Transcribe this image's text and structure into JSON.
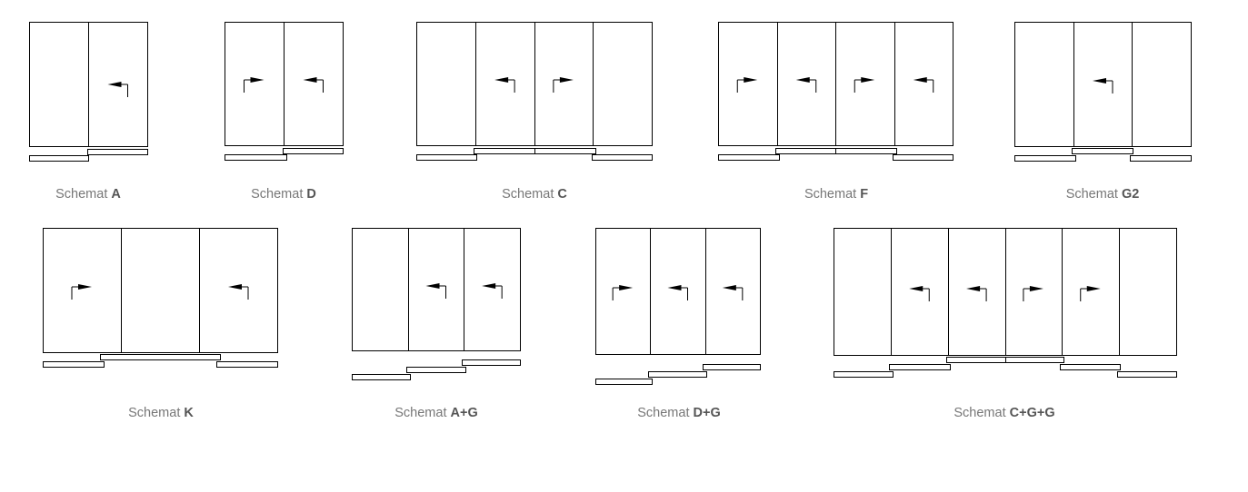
{
  "caption_prefix": "Schemat",
  "colors": {
    "line": "#000000",
    "caption_text": "#777777",
    "caption_bold": "#555555",
    "background": "#ffffff"
  },
  "schemes": [
    {
      "id": "A",
      "label": "A",
      "panels": 2,
      "arrows": [
        "",
        "left"
      ]
    },
    {
      "id": "D",
      "label": "D",
      "panels": 2,
      "arrows": [
        "right",
        "left"
      ]
    },
    {
      "id": "C",
      "label": "C",
      "panels": 4,
      "arrows": [
        "",
        "left",
        "right",
        ""
      ]
    },
    {
      "id": "F",
      "label": "F",
      "panels": 4,
      "arrows": [
        "right",
        "left",
        "right",
        "left"
      ]
    },
    {
      "id": "G2",
      "label": "G2",
      "panels": 3,
      "arrows": [
        "",
        "left",
        ""
      ]
    },
    {
      "id": "K",
      "label": "K",
      "panels": 3,
      "arrows": [
        "right",
        "",
        "left"
      ]
    },
    {
      "id": "AG",
      "label": "A+G",
      "panels": 3,
      "arrows": [
        "",
        "left",
        "left"
      ]
    },
    {
      "id": "DG",
      "label": "D+G",
      "panels": 3,
      "arrows": [
        "right",
        "left",
        "left"
      ]
    },
    {
      "id": "CGG",
      "label": "C+G+G",
      "panels": 6,
      "arrows": [
        "",
        "left",
        "left",
        "right",
        "right",
        ""
      ]
    }
  ]
}
